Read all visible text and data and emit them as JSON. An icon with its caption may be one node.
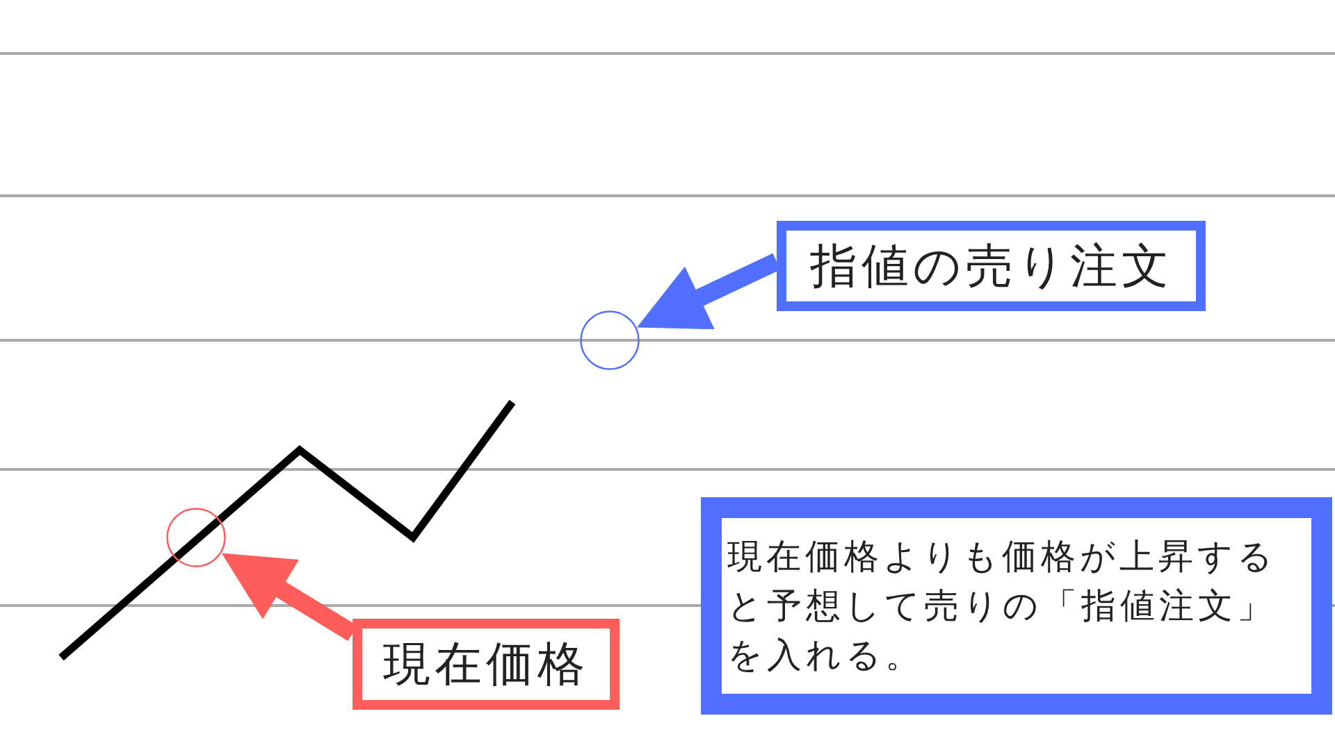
{
  "diagram": {
    "nodes": [
      {
        "text": [],
        "shape": "circle"
      },
      {
        "text": [],
        "shape": "circle"
      },
      {
        "text": [
          "指値の売り注文"
        ]
      },
      {
        "text": [
          "現在価格"
        ]
      },
      {
        "text": [
          "現在価格よりも価格が上昇すると予想して売りの「指値注文」を入れる。"
        ]
      }
    ],
    "edges": [
      {
        "from": 2,
        "to": 0,
        "arrow": "to",
        "style": "thick",
        "color": "#5170ff"
      },
      {
        "from": 3,
        "to": 1,
        "arrow": "to",
        "style": "thick",
        "color": "#ff5c5c"
      }
    ]
  }
}
